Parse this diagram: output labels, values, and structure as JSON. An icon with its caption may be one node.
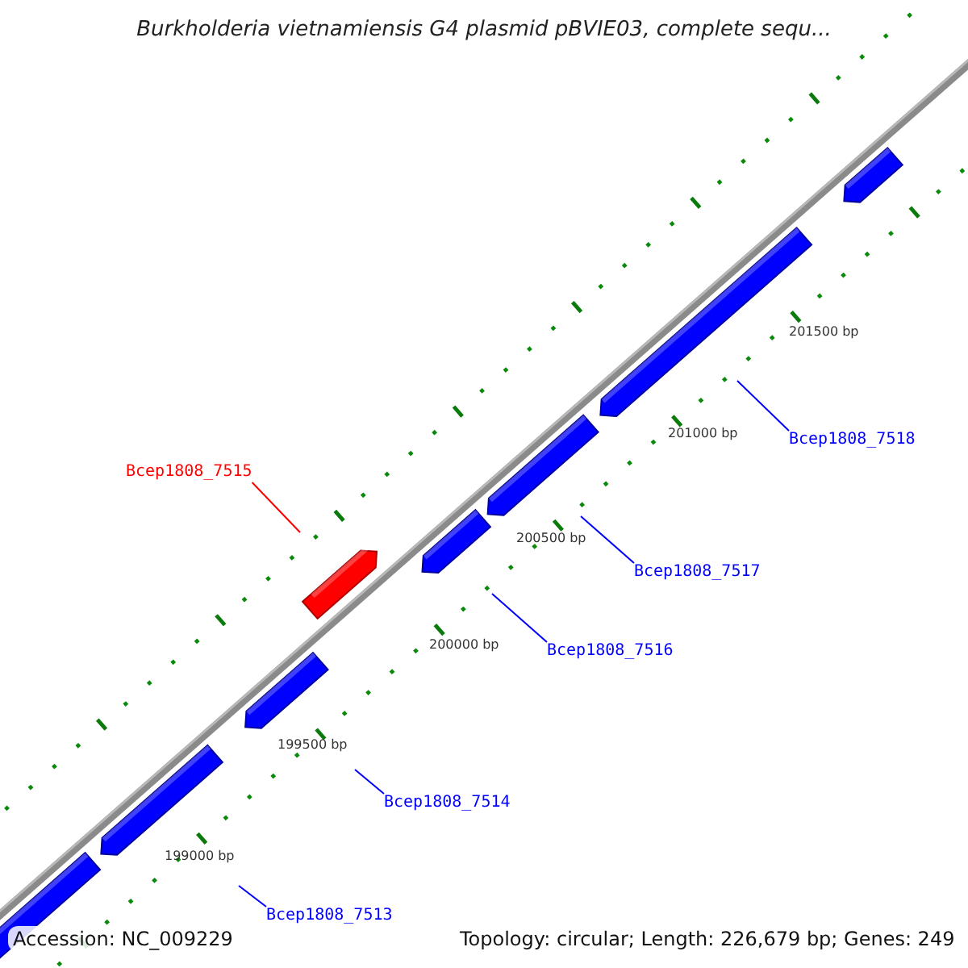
{
  "diagram": {
    "title": "Burkholderia vietnamiensis G4 plasmid pBVIE03, complete sequ...",
    "nodes": [
      {
        "text": [
          "Bcep1808_7518"
        ]
      },
      {
        "text": [
          "Bcep1808_7515"
        ]
      },
      {
        "text": [
          "Bcep1808_7517"
        ]
      },
      {
        "text": [
          "Bcep1808_7516"
        ]
      },
      {
        "text": [
          "Bcep1808_7514"
        ]
      },
      {
        "text": [
          "Bcep1808_7513"
        ]
      }
    ],
    "edges": [
      {
        "from": 0,
        "to": null,
        "arrow": "none"
      },
      {
        "from": 1,
        "to": null,
        "arrow": "none",
        "color": "#ff0000"
      },
      {
        "from": 2,
        "to": null,
        "arrow": "none"
      },
      {
        "from": 3,
        "to": null,
        "arrow": "none"
      },
      {
        "from": 4,
        "to": null,
        "arrow": "none"
      },
      {
        "from": 5,
        "to": null,
        "arrow": "none"
      }
    ],
    "labels": [
      "201500 bp",
      "201000 bp",
      "200500 bp",
      "200000 bp",
      "199500 bp",
      "199000 bp",
      "Accession: NC_009229",
      "Topology: circular; Length: 226,679 bp; Genes: 249"
    ]
  }
}
